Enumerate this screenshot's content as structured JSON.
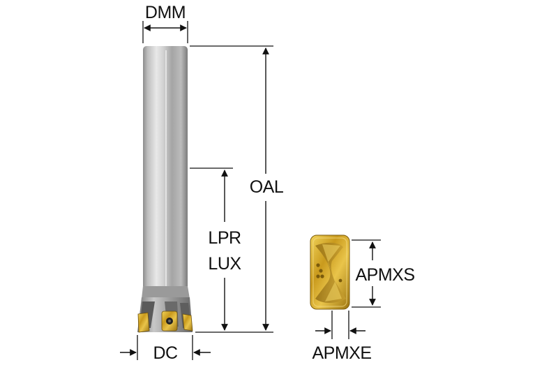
{
  "labels": {
    "dmm": "DMM",
    "oal": "OAL",
    "lpr": "LPR",
    "lux": "LUX",
    "dc": "DC",
    "apmxs": "APMXS",
    "apmxe": "APMXE"
  },
  "colors": {
    "line": "#111111",
    "shank": "#a9a9a9",
    "insert_gold": "#c49a1e"
  }
}
